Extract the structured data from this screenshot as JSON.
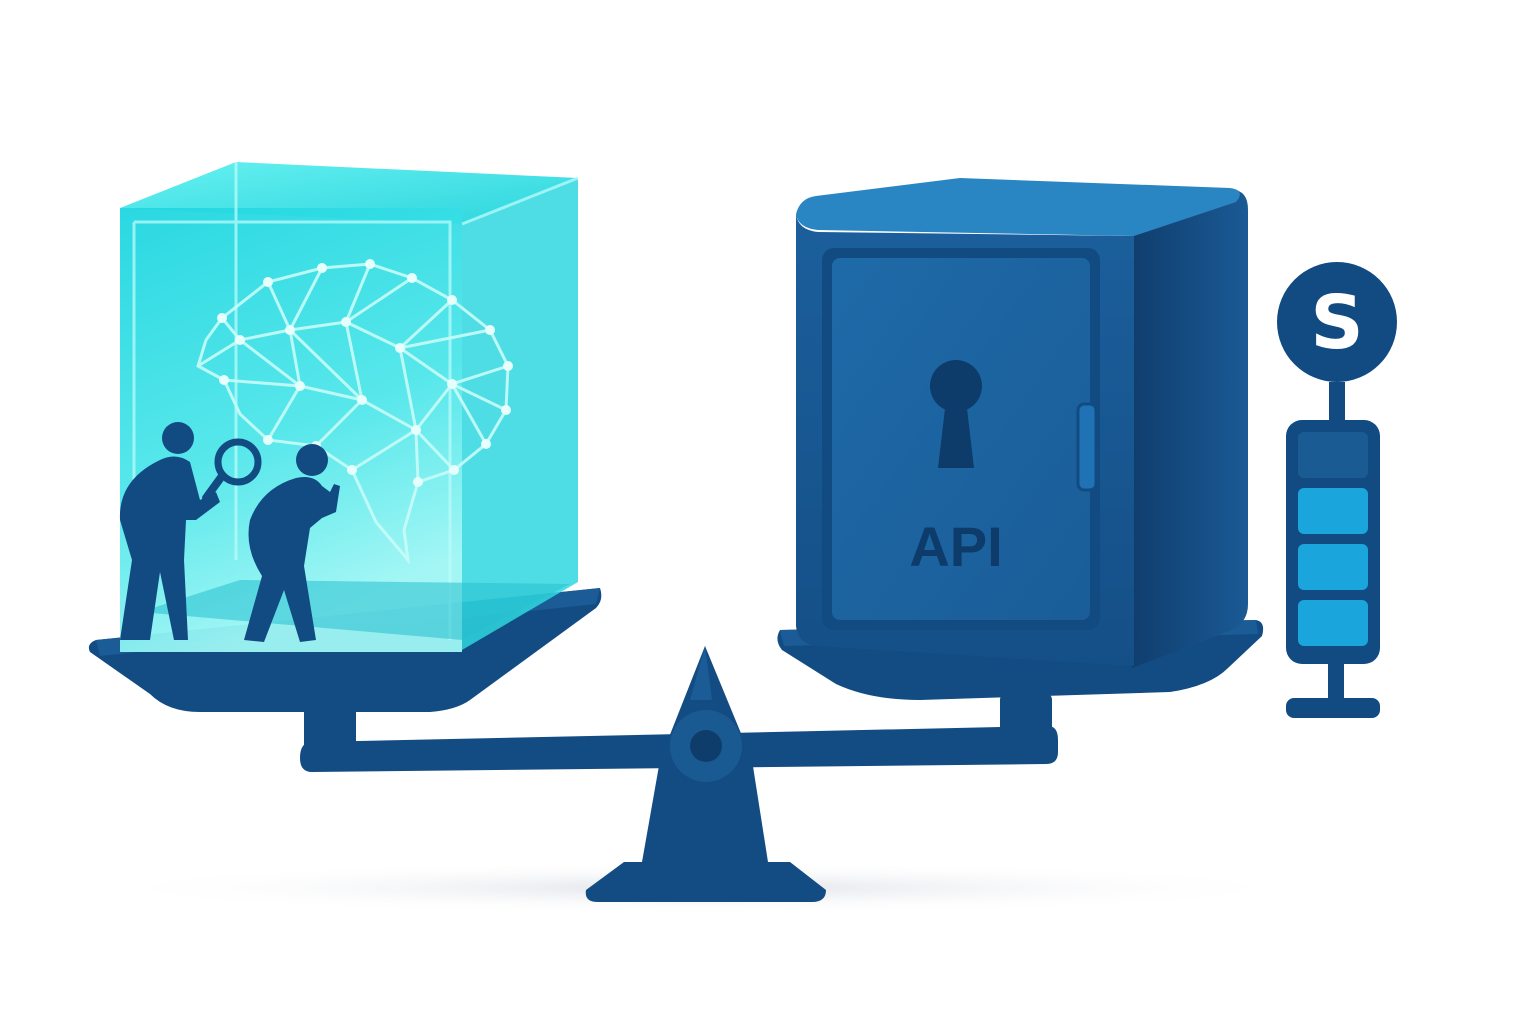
{
  "safe": {
    "label": "API"
  },
  "coin": {
    "symbol": "S"
  },
  "meter": {
    "segments_total": 4,
    "segments_filled": 3
  },
  "colors": {
    "navy": "#124b82",
    "navy_dark": "#0d3b6a",
    "navy_mid": "#1a5b94",
    "safe_top": "#2a86c2",
    "glass": "#3fe0e6",
    "glass_light": "#7cf2f2",
    "meter_fill": "#1aa6dc",
    "shadow": "#e3e5ea"
  }
}
